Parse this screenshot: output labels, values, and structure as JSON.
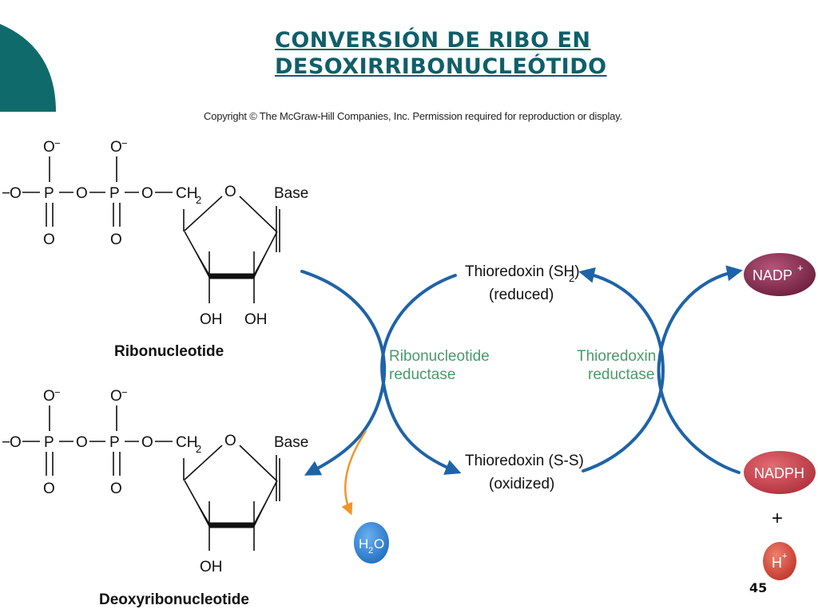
{
  "slide": {
    "title_line1": "CONVERSIÓN DE RIBO EN",
    "title_line2": "DESOXIRRIBONUCLEÓTIDO",
    "copyright": "Copyright © The McGraw-Hill Companies, Inc. Permission required for reproduction or display.",
    "page_number": "45",
    "accent_color": "#0f6b6b",
    "title_color": "#0f5f6a"
  },
  "molecules": {
    "ribonucleotide": {
      "label": "Ribonucleotide",
      "base": "Base",
      "ring_o": "O",
      "oh_left": "OH",
      "oh_right": "OH",
      "ch2": "CH",
      "ch2_sub": "2"
    },
    "deoxyribonucleotide": {
      "label": "Deoxyribonucleotide",
      "base": "Base",
      "ring_o": "O",
      "oh": "OH",
      "ch2": "CH",
      "ch2_sub": "2"
    },
    "phosphate": {
      "o_minus": "O",
      "minus": "−",
      "p": "P",
      "o": "O"
    }
  },
  "cycle": {
    "thioredoxin_reduced": "Thioredoxin (SH)",
    "thioredoxin_reduced_sub": "2",
    "reduced": "(reduced)",
    "thioredoxin_oxidized": "Thioredoxin (S-S)",
    "oxidized": "(oxidized)",
    "enzyme1_line1": "Ribonucleotide",
    "enzyme1_line2": "reductase",
    "enzyme2_line1": "Thioredoxin",
    "enzyme2_line2": "reductase",
    "nadp": "NADP",
    "nadp_sup": "+",
    "nadph": "NADPH",
    "plus": "+",
    "h": "H",
    "h_sup": "+",
    "water": "H",
    "water_sub": "2",
    "water_o": "O",
    "arrow_color": "#1e63a8",
    "water_arrow_color": "#f0952a",
    "nadp_color": "#8a2a4a",
    "nadph_color": "#c8404a",
    "h_color": "#d64a3a",
    "water_color": "#3a8ad6"
  }
}
